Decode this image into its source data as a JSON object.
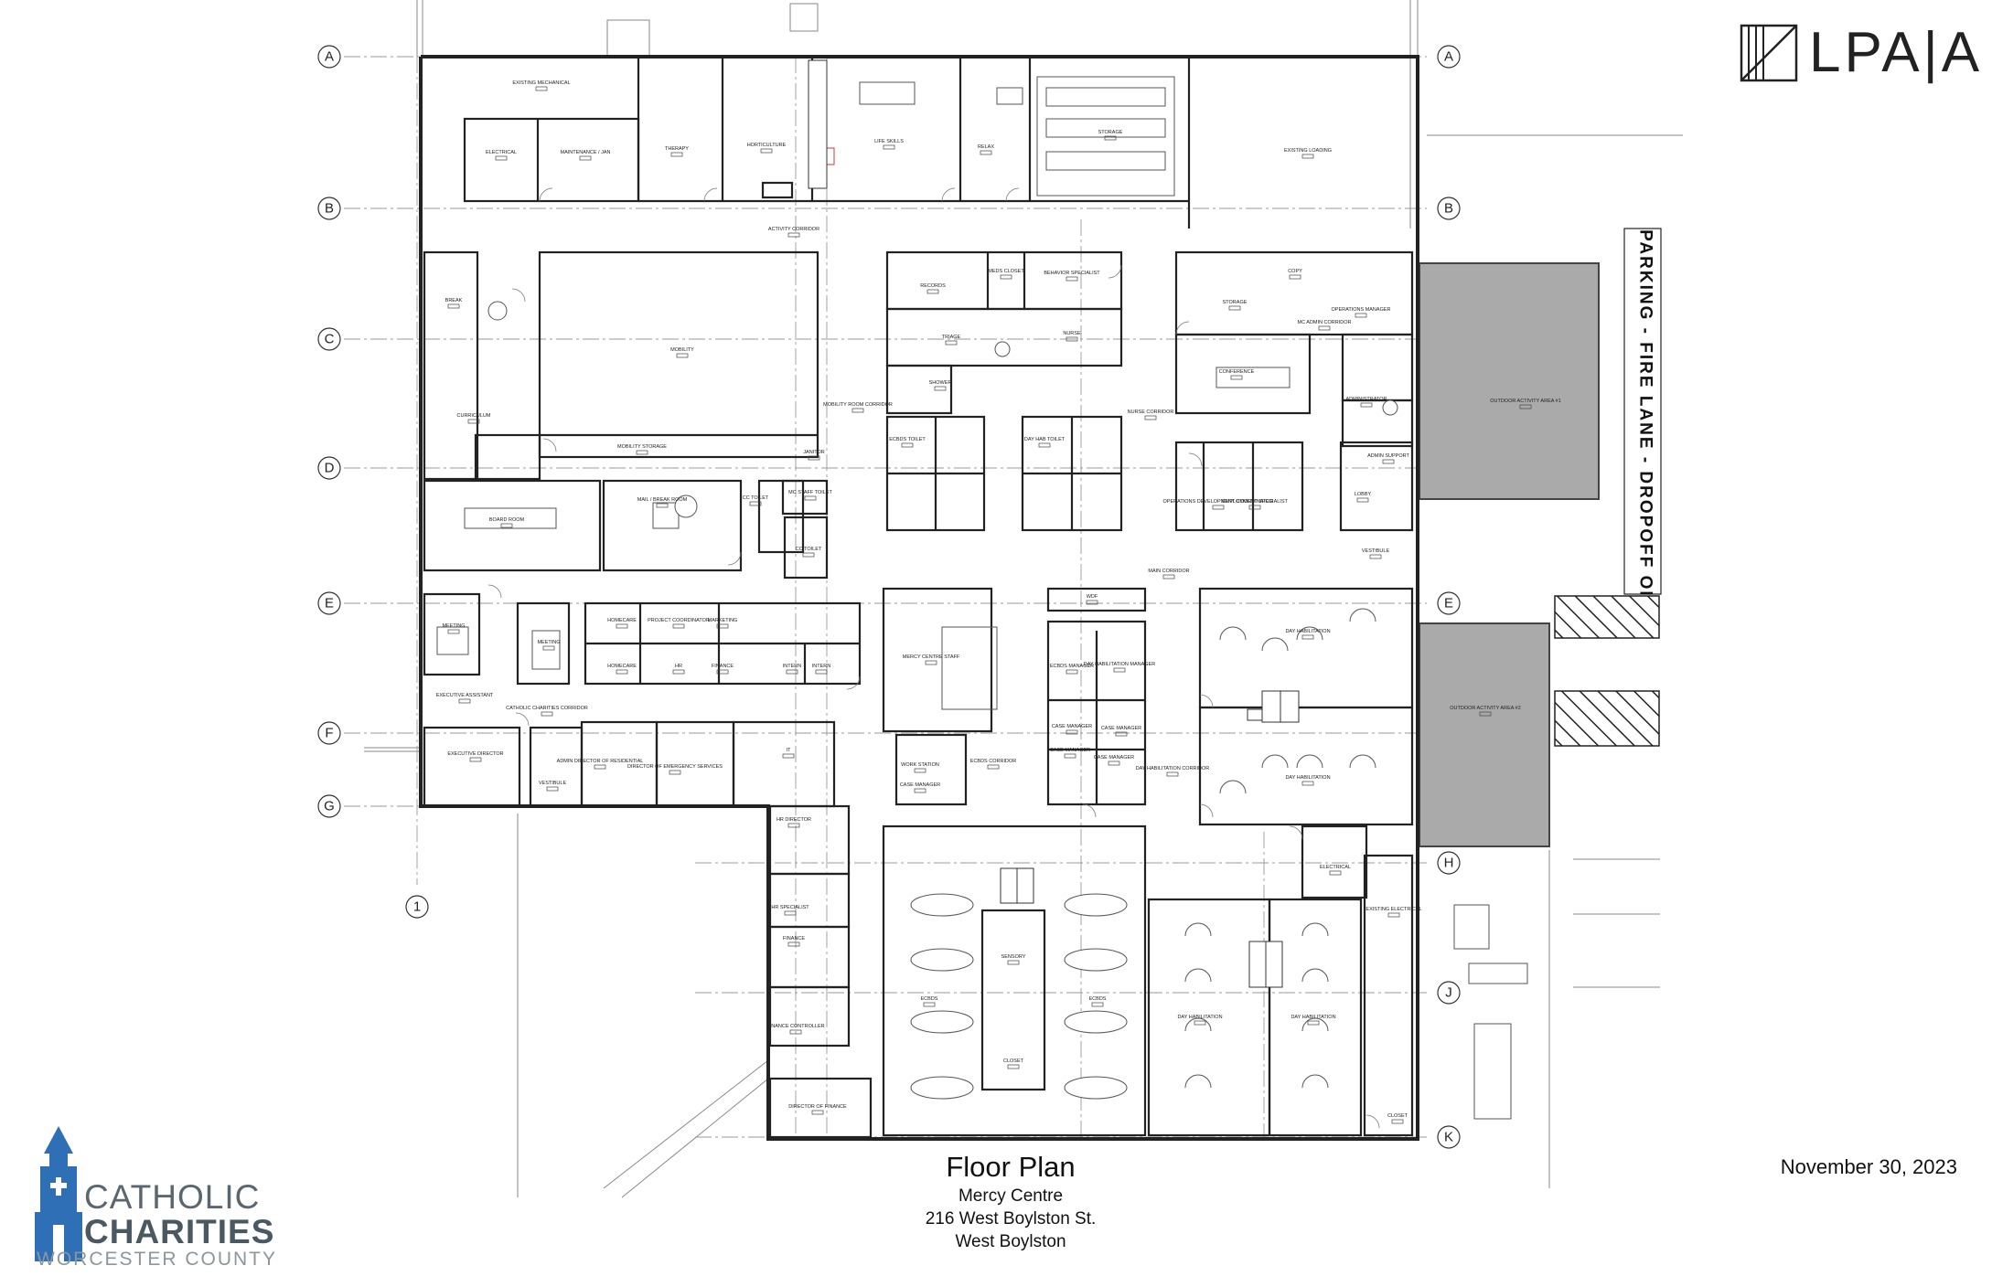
{
  "title_block": {
    "title": "Floor Plan",
    "building": "Mercy Centre",
    "address": "216 West Boylston St.",
    "town": "West Boylston",
    "date": "November 30, 2023"
  },
  "brand": {
    "architect_logo": "LPA|A",
    "client_line1": "CATHOLIC",
    "client_line2": "CHARITIES",
    "client_line3": "WORCESTER COUNTY",
    "client_color": "#2f6fb5"
  },
  "fire_lane_text": "NO PARKING - FIRE LANE - DROPOFF ONLY",
  "grid_rows": [
    "A",
    "B",
    "C",
    "D",
    "E",
    "F",
    "G",
    "H",
    "J",
    "K"
  ],
  "grid_cols": [
    "1"
  ],
  "rooms": [
    {
      "id": "existing-mechanical",
      "label": "EXISTING MECHANICAL"
    },
    {
      "id": "electrical-1",
      "label": "ELECTRICAL"
    },
    {
      "id": "maintenance",
      "label": "MAINTENANCE / JAN"
    },
    {
      "id": "therapy",
      "label": "THERAPY"
    },
    {
      "id": "horticulture",
      "label": "HORTICULTURE"
    },
    {
      "id": "life-skills",
      "label": "LIFE SKILLS"
    },
    {
      "id": "relax",
      "label": "RELAX"
    },
    {
      "id": "storage-1",
      "label": "STORAGE"
    },
    {
      "id": "existing-loading",
      "label": "EXISTING LOADING"
    },
    {
      "id": "activity-corridor",
      "label": "ACTIVITY CORRIDOR"
    },
    {
      "id": "break",
      "label": "BREAK"
    },
    {
      "id": "mobility",
      "label": "MOBILITY"
    },
    {
      "id": "curriculum",
      "label": "CURRICULUM"
    },
    {
      "id": "mobility-storage",
      "label": "MOBILITY STORAGE"
    },
    {
      "id": "mobility-room-corridor",
      "label": "MOBILITY ROOM CORRIDOR"
    },
    {
      "id": "records",
      "label": "RECORDS"
    },
    {
      "id": "meds-closet",
      "label": "MEDS CLOSET"
    },
    {
      "id": "behavior-specialist",
      "label": "BEHAVIOR SPECIALIST"
    },
    {
      "id": "triage",
      "label": "TRIAGE"
    },
    {
      "id": "nurse",
      "label": "NURSE"
    },
    {
      "id": "shower",
      "label": "SHOWER"
    },
    {
      "id": "ecbds-toilet",
      "label": "ECBDS TOILET"
    },
    {
      "id": "day-hab-toilet",
      "label": "DAY HAB TOILET"
    },
    {
      "id": "nurse-corridor",
      "label": "NURSE CORRIDOR"
    },
    {
      "id": "storage-2",
      "label": "STORAGE"
    },
    {
      "id": "copy",
      "label": "COPY"
    },
    {
      "id": "operations-manager",
      "label": "OPERATIONS MANAGER"
    },
    {
      "id": "mc-admin-corridor",
      "label": "MC ADMIN CORRIDOR"
    },
    {
      "id": "conference",
      "label": "CONFERENCE"
    },
    {
      "id": "administrator",
      "label": "ADMINISTRATOR"
    },
    {
      "id": "admin-support",
      "label": "ADMIN SUPPORT"
    },
    {
      "id": "operations-dev",
      "label": "OPERATIONS DEVELOPMENT COORDINATOR"
    },
    {
      "id": "employment-specialist",
      "label": "EMPLOYMENT SPECIALIST"
    },
    {
      "id": "lobby",
      "label": "LOBBY"
    },
    {
      "id": "vestibule-1",
      "label": "VESTIBULE"
    },
    {
      "id": "outdoor-1",
      "label": "OUTDOOR ACTIVITY AREA #1"
    },
    {
      "id": "janitor",
      "label": "JANITOR"
    },
    {
      "id": "cc-toilet-1",
      "label": "CC TOILET"
    },
    {
      "id": "mc-staff-toilet",
      "label": "MC STAFF TOILET"
    },
    {
      "id": "cc-toilet-2",
      "label": "CC TOILET"
    },
    {
      "id": "board-room",
      "label": "BOARD ROOM"
    },
    {
      "id": "mail-break",
      "label": "MAIL / BREAK ROOM"
    },
    {
      "id": "meeting-1",
      "label": "MEETING"
    },
    {
      "id": "meeting-2",
      "label": "MEETING"
    },
    {
      "id": "homecare-1",
      "label": "HOMECARE"
    },
    {
      "id": "project-coordinator",
      "label": "PROJECT COORDINATOR"
    },
    {
      "id": "marketing",
      "label": "MARKETING"
    },
    {
      "id": "homecare-2",
      "label": "HOMECARE"
    },
    {
      "id": "hr",
      "label": "HR"
    },
    {
      "id": "finance-1",
      "label": "FINANCE"
    },
    {
      "id": "intern-1",
      "label": "INTERN"
    },
    {
      "id": "intern-2",
      "label": "INTERN"
    },
    {
      "id": "main-corridor",
      "label": "MAIN CORRIDOR"
    },
    {
      "id": "mercy-centre-staff",
      "label": "MERCY CENTRE STAFF"
    },
    {
      "id": "wdf",
      "label": "WDF"
    },
    {
      "id": "ecbds-manager",
      "label": "ECBDS MANAGER"
    },
    {
      "id": "day-hab-manager",
      "label": "DAY HABILITATION MANAGER"
    },
    {
      "id": "case-manager-1",
      "label": "CASE MANAGER"
    },
    {
      "id": "case-manager-2",
      "label": "CASE MANAGER"
    },
    {
      "id": "case-manager-3",
      "label": "CASE MANAGER"
    },
    {
      "id": "case-manager-4",
      "label": "CASE MANAGER"
    },
    {
      "id": "case-manager-5",
      "label": "CASE MANAGER"
    },
    {
      "id": "work-station",
      "label": "WORK STATION"
    },
    {
      "id": "ecbds-corridor",
      "label": "ECBDS CORRIDOR"
    },
    {
      "id": "day-hab-corridor",
      "label": "DAY HABILITATION CORRIDOR"
    },
    {
      "id": "day-hab-1",
      "label": "DAY HABILITATION"
    },
    {
      "id": "day-hab-2",
      "label": "DAY HABILITATION"
    },
    {
      "id": "outdoor-2",
      "label": "OUTDOOR ACTIVITY AREA #2"
    },
    {
      "id": "executive-assistant",
      "label": "EXECUTIVE ASSISTANT"
    },
    {
      "id": "cc-corridor",
      "label": "CATHOLIC CHARITIES CORRIDOR"
    },
    {
      "id": "executive-director",
      "label": "EXECUTIVE DIRECTOR"
    },
    {
      "id": "vestibule-2",
      "label": "VESTIBULE"
    },
    {
      "id": "admin-director",
      "label": "ADMIN DIRECTOR OF RESIDENTIAL"
    },
    {
      "id": "director-emergency",
      "label": "DIRECTOR OF EMERGENCY SERVICES"
    },
    {
      "id": "it",
      "label": "IT"
    },
    {
      "id": "hr-director",
      "label": "HR DIRECTOR"
    },
    {
      "id": "hr-specialist",
      "label": "HR SPECIALIST"
    },
    {
      "id": "finance-2",
      "label": "FINANCE"
    },
    {
      "id": "finance-controller",
      "label": "FINANCE CONTROLLER"
    },
    {
      "id": "director-finance",
      "label": "DIRECTOR OF FINANCE"
    },
    {
      "id": "ecbds-1",
      "label": "ECBDS"
    },
    {
      "id": "ecbds-2",
      "label": "ECBDS"
    },
    {
      "id": "sensory",
      "label": "SENSORY"
    },
    {
      "id": "closet-1",
      "label": "CLOSET"
    },
    {
      "id": "day-hab-3",
      "label": "DAY HABILITATION"
    },
    {
      "id": "day-hab-4",
      "label": "DAY HABILITATION"
    },
    {
      "id": "electrical-2",
      "label": "ELECTRICAL"
    },
    {
      "id": "existing-electrical",
      "label": "EXISTING ELECTRICAL"
    },
    {
      "id": "closet-2",
      "label": "CLOSET"
    }
  ]
}
